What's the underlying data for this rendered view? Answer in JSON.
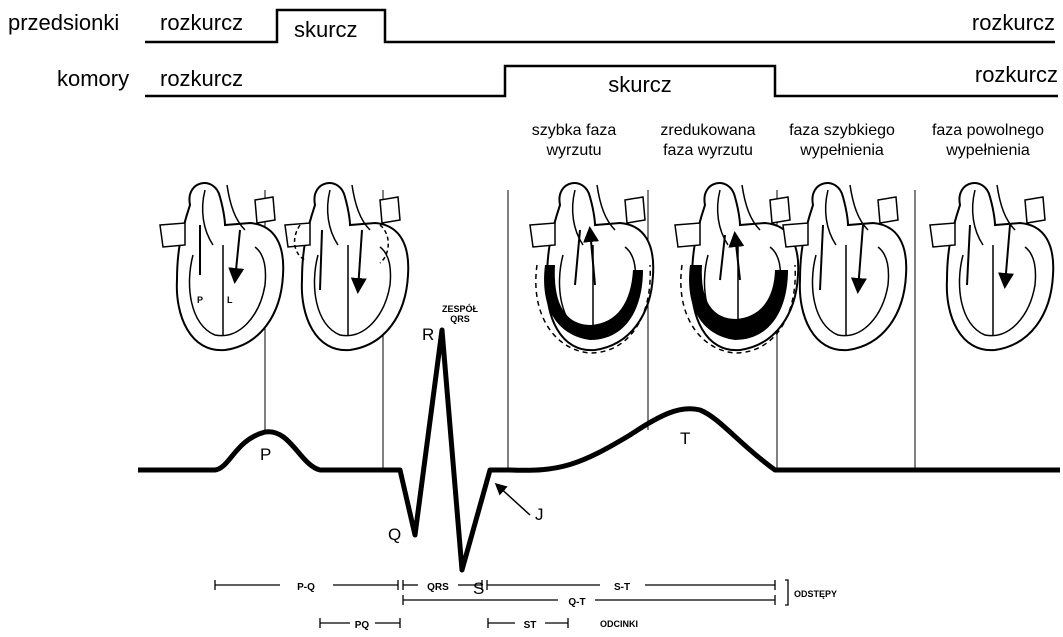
{
  "atria": {
    "label": "przedsionki",
    "phase_left": "rozkurcz",
    "phase_mid": "skurcz",
    "phase_right": "rozkurcz"
  },
  "ventricles": {
    "label": "komory",
    "phase_left": "rozkurcz",
    "phase_mid": "skurcz",
    "phase_right": "rozkurcz"
  },
  "phases": [
    {
      "line1": "szybka faza",
      "line2": "wyrzutu"
    },
    {
      "line1": "zredukowana",
      "line2": "faza wyrzutu"
    },
    {
      "line1": "faza szybkiego",
      "line2": "wypełnienia"
    },
    {
      "line1": "faza powolnego",
      "line2": "wypełnienia"
    }
  ],
  "heart": {
    "right_chamber": "P",
    "left_chamber": "L"
  },
  "ecg": {
    "P": "P",
    "Q": "Q",
    "R": "R",
    "S": "S",
    "T": "T",
    "J": "J",
    "qrs_line1": "ZESPÓŁ",
    "qrs_line2": "QRS"
  },
  "intervals": {
    "pq": "P-Q",
    "qrs": "QRS",
    "st": "S-T",
    "qt": "Q-T",
    "group_label": "ODSTĘPY"
  },
  "segments": {
    "pq": "PQ",
    "st": "ST",
    "group_label": "ODCINKI"
  }
}
